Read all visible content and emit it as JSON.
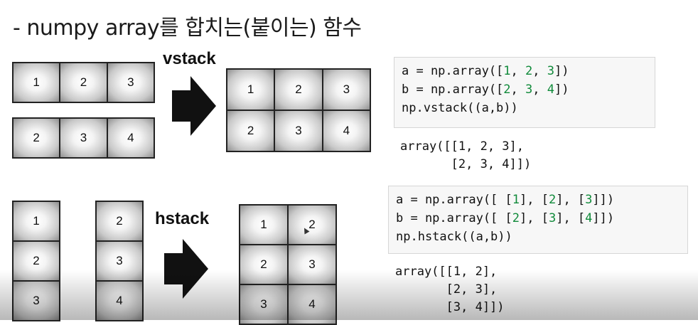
{
  "title": "- numpy array를 합치는(붙이는) 함수",
  "vstack": {
    "label": "vstack",
    "input_a": [
      "1",
      "2",
      "3"
    ],
    "input_b": [
      "2",
      "3",
      "4"
    ],
    "result": [
      "1",
      "2",
      "3",
      "2",
      "3",
      "4"
    ],
    "code": {
      "line1_pre": "a = np.array([",
      "line1_n": [
        "1",
        "2",
        "3"
      ],
      "line1_post": "])",
      "line2_pre": "b = np.array([",
      "line2_n": [
        "2",
        "3",
        "4"
      ],
      "line2_post": "])",
      "line3": "np.vstack((a,b))"
    },
    "output": [
      "array([[1, 2, 3],",
      "       [2, 3, 4]])"
    ]
  },
  "hstack": {
    "label": "hstack",
    "input_a": [
      "1",
      "2",
      "3"
    ],
    "input_b": [
      "2",
      "3",
      "4"
    ],
    "result": [
      "1",
      "2",
      "2",
      "3",
      "3",
      "4"
    ],
    "code": {
      "line1_pre": "a = np.array([ [",
      "line1_n": [
        "1",
        "2",
        "3"
      ],
      "line1_post": "]])",
      "line2_pre": "b = np.array([ [",
      "line2_n": [
        "2",
        "3",
        "4"
      ],
      "line2_post": "]])",
      "line3": "np.hstack((a,b))"
    },
    "output": [
      "array([[1, 2],",
      "       [2, 3],",
      "       [3, 4]])"
    ]
  },
  "colors": {
    "number": "#108a3a",
    "cell_border": "#222222"
  }
}
